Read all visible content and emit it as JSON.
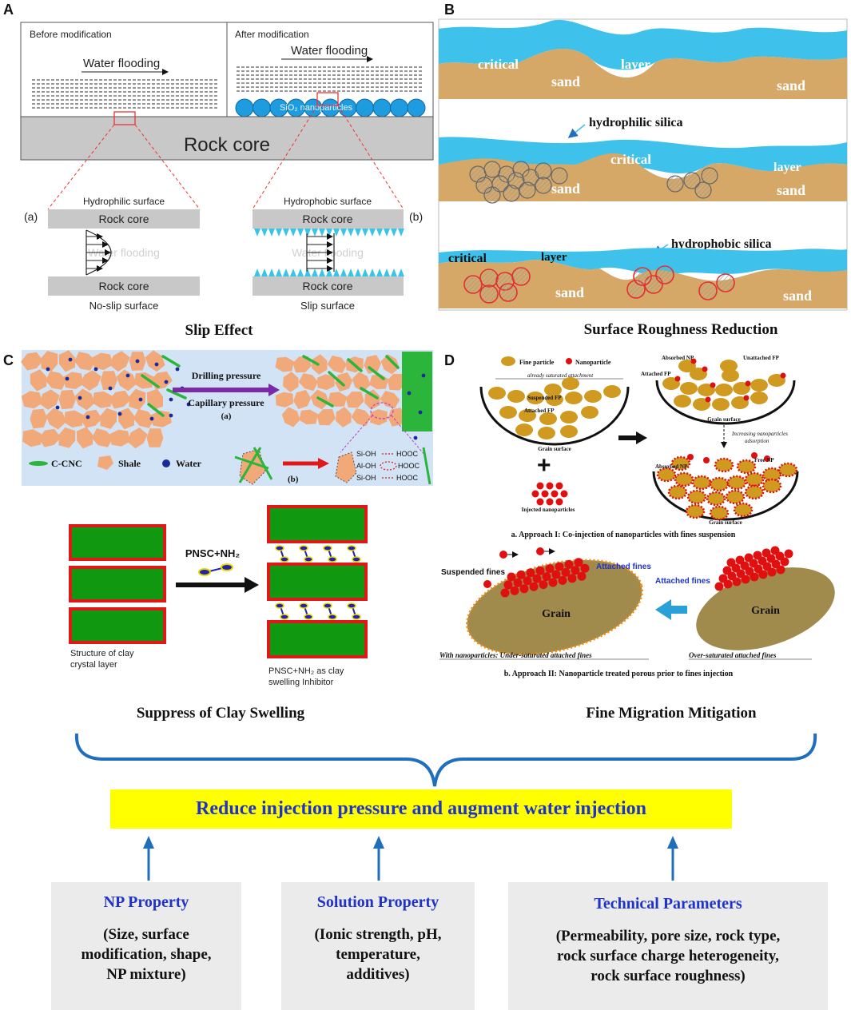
{
  "panel_a": {
    "letter": "A",
    "before": "Before modification",
    "after": "After modification",
    "flow_left": "Water flooding",
    "flow_right": "Water flooding",
    "nanoparticles": "SiO₂ nanoparticles",
    "rock": "Rock core",
    "zoom_a": {
      "tag": "(a)",
      "surface": "Hydrophilic surface",
      "top": "Rock core",
      "flow": "Water flooding",
      "bottom": "Rock core",
      "caption": "No-slip surface"
    },
    "zoom_b": {
      "tag": "(b)",
      "surface": "Hydrophobic surface",
      "top": "Rock core",
      "flow": "Water flooding",
      "bottom": "Rock core",
      "caption": "Slip surface"
    },
    "title": "Slip Effect"
  },
  "panel_b": {
    "letter": "B",
    "r1": {
      "critical": "critical",
      "layer": "layer",
      "sand1": "sand",
      "sand2": "sand"
    },
    "r2": {
      "label": "hydrophilic silica",
      "critical": "critical",
      "layer": "layer",
      "sand1": "sand",
      "sand2": "sand"
    },
    "r3": {
      "label": "hydrophobic silica",
      "critical": "critical",
      "layer": "layer",
      "sand1": "sand",
      "sand2": "sand"
    },
    "title": "Surface Roughness Reduction"
  },
  "panel_c": {
    "letter": "C",
    "drilling": "Drilling pressure",
    "capillary": "Capillary pressure",
    "tag_a": "(a)",
    "tag_b": "(b)",
    "legend": {
      "cnc": "C-CNC",
      "shale": "Shale",
      "water": "Water"
    },
    "bonds": [
      "Si-OH",
      "Al-OH",
      "Si-OH"
    ],
    "hooc": [
      "HOOC",
      "HOOC",
      "HOOC"
    ],
    "reagent": "PNSC+NH₂",
    "struct_l1": "Structure of clay",
    "struct_l2": "crystal layer",
    "inhib_l1": "PNSC+NH₂ as clay",
    "inhib_l2": "swelling Inhibitor",
    "title": "Suppress of Clay Swelling"
  },
  "panel_d": {
    "letter": "D",
    "legend_fp": "Fine particle",
    "legend_np": "Nanoparticle",
    "saturated": "already saturated attachment",
    "suspended_fp": "Suspended FP",
    "attached_fp": "Attached FP",
    "grain_surface": "Grain surface",
    "injected": "Injected nanoparticles",
    "absorbed_np": "Absorbed NP",
    "unattached_fp": "Unattached FP",
    "attached_fp2": "Attached FP",
    "grain_surface2": "Grain surface",
    "increasing": "Increasing nanoparticles",
    "adsorption": "adsorption",
    "absorbed_np2": "Absorbed NP",
    "free_np": "Free NP",
    "grain_surface3": "Grain surface",
    "approach1": "a. Approach I: Co-injection of nanoparticles with fines suspension",
    "suspended_fines": "Suspended fines",
    "attached_fines": "Attached fines",
    "attached_fines2": "Attached fines",
    "grain": "Grain",
    "grain2": "Grain",
    "under": "With nanoparticles: Under-saturated attached fines",
    "over": "Over-saturated attached fines",
    "approach2": "b. Approach II: Nanoparticle treated porous prior to fines injection",
    "title": "Fine Migration Mitigation"
  },
  "goal": "Reduce injection pressure and augment water injection",
  "factors": [
    {
      "title": "NP Property",
      "lines": [
        "(Size, surface",
        "modification, shape,",
        "NP mixture)"
      ]
    },
    {
      "title": "Solution Property",
      "lines": [
        "(Ionic strength, pH,",
        "temperature,",
        "additives)"
      ]
    },
    {
      "title": "Technical Parameters",
      "lines": [
        "(Permeability, pore size, rock type,",
        "rock surface charge heterogeneity,",
        "rock surface roughness)"
      ]
    }
  ],
  "colors": {
    "water": "#3ec1ea",
    "sand": "#d6a868",
    "np_blue": "#1f9be0",
    "rock_grey": "#c8c8c8",
    "shale": "#f2a97a",
    "cnc": "#2bb53a",
    "clay_green": "#109810",
    "clay_border": "#e01818",
    "fine": "#d09a20",
    "np_red": "#e01010",
    "grain": "#a08a4c",
    "accent_blue": "#1f33c9",
    "goal_yellow": "#ffff00",
    "connector": "#1f6fbf"
  }
}
